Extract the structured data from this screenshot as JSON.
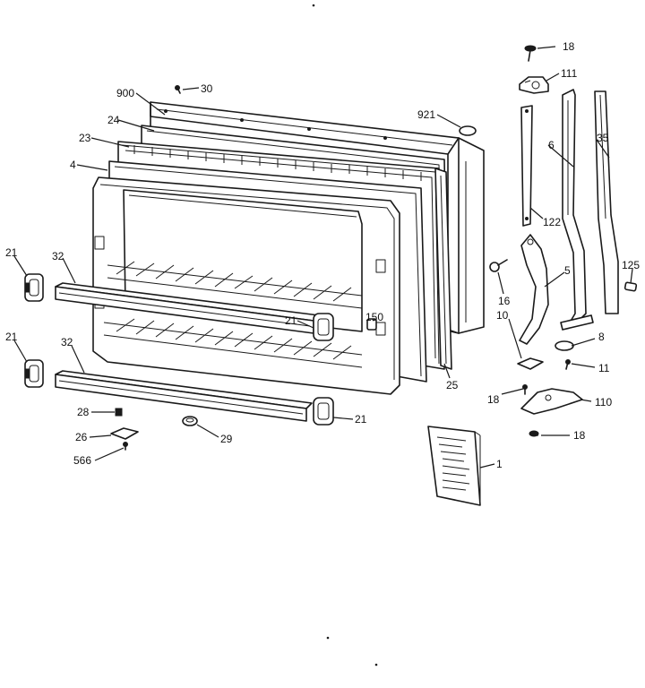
{
  "figure": {
    "title": "",
    "background": "#ffffff",
    "ink": "#1a1a1a"
  },
  "labels": {
    "p18a": "18",
    "p111": "111",
    "p30": "30",
    "p900": "900",
    "p921": "921",
    "p24": "24",
    "p23": "23",
    "p6": "6",
    "p35": "35",
    "p4": "4",
    "p122": "122",
    "p21a": "21",
    "p32a": "32",
    "p125": "125",
    "p5": "5",
    "p16": "16",
    "p150": "150",
    "p21b": "21",
    "p10": "10",
    "p8": "8",
    "p21c": "21",
    "p32b": "32",
    "p11": "11",
    "p25": "25",
    "p18b": "18",
    "p110": "110",
    "p28": "28",
    "p21d": "21",
    "p18c": "18",
    "p26": "26",
    "p29": "29",
    "p566": "566",
    "p1": "1"
  }
}
